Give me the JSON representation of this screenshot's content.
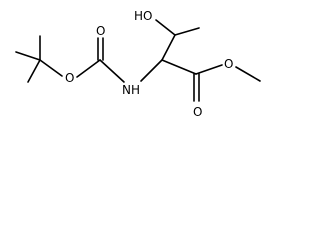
{
  "molecule": {
    "atoms": {
      "hydroxyl": "HO",
      "amine": "NH",
      "carbamate_ester_oxygen": "O",
      "carbamate_carbonyl_oxygen": "O",
      "methyl_ester_oxygen": "O",
      "ester_carbonyl_oxygen": "O"
    }
  }
}
